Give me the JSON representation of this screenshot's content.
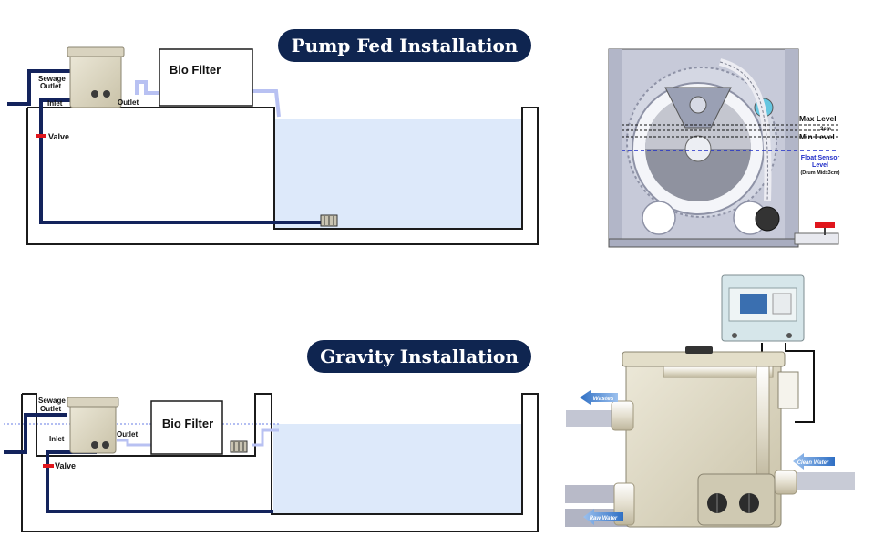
{
  "titles": {
    "pump_fed": "Pump Fed Installation",
    "gravity": "Gravity Installation"
  },
  "pump_fed": {
    "sewage_outlet_line1": "Sewage",
    "sewage_outlet_line2": "Outlet",
    "inlet": "Inlet",
    "outlet": "Outlet",
    "bio_filter": "Bio Filter",
    "valve": "Valve"
  },
  "gravity": {
    "sewage_outlet_line1": "Sewage",
    "sewage_outlet_line2": "Outlet",
    "inlet": "Inlet",
    "outlet": "Outlet",
    "bio_filter": "Bio Filter",
    "valve": "Valve"
  },
  "levels": {
    "max_level": "Max Level",
    "min_level": "Min Level",
    "small_mark": "3cm",
    "float_sensor_line1": "Float Sensor",
    "float_sensor_line2": "Level",
    "float_sensor_note": "(Drum Mid±3cm)"
  },
  "product": {
    "wastes": "Wastes",
    "clean_water": "Clean Water",
    "raw_water": "Raw Water"
  },
  "colors": {
    "navy": "#0f2550",
    "pipe_dark": "#13235c",
    "pipe_light": "#b8c1f2",
    "water": "#dde9fa",
    "valve_red": "#e0161c",
    "float_blue": "#1f2cc8"
  }
}
